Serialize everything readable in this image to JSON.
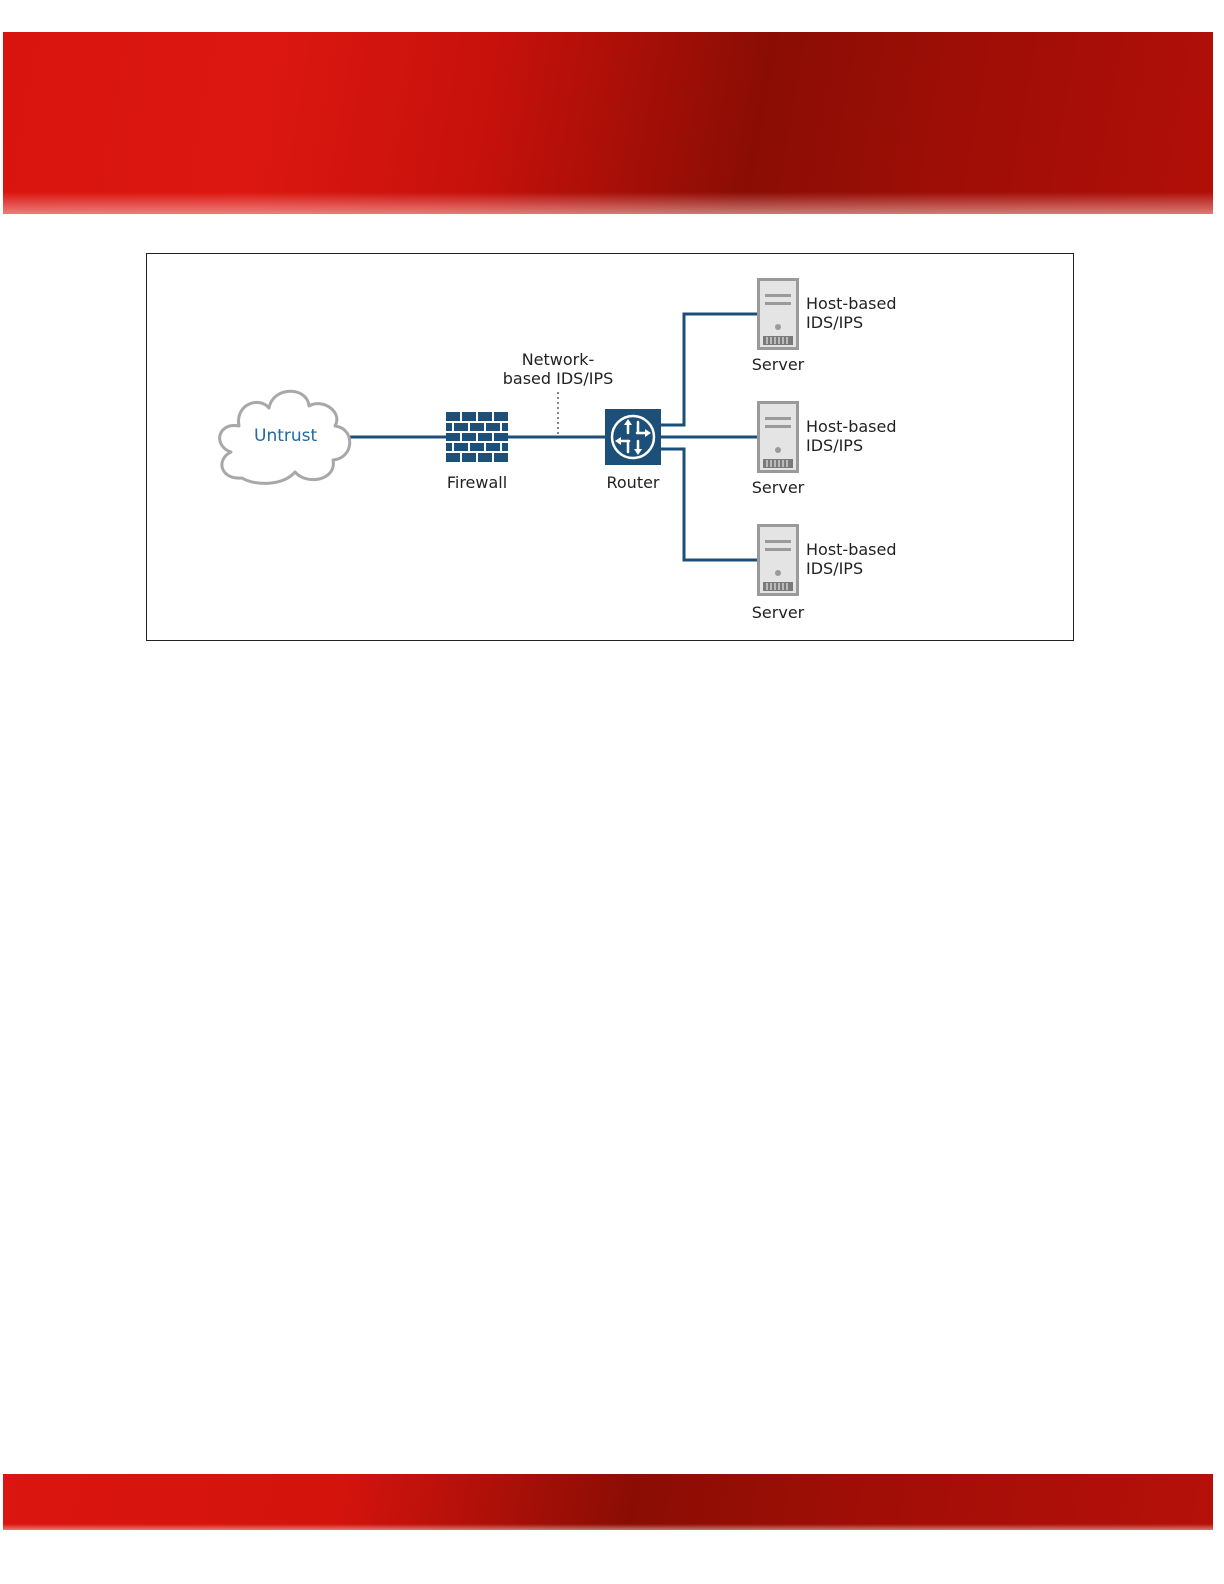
{
  "header_band": {
    "color": "#c7110b"
  },
  "footer_band": {
    "color": "#b6100a"
  },
  "diagram": {
    "colors": {
      "link": "#1b4f7a",
      "device": "#1c5078",
      "cloud_stroke": "#a8a8a8",
      "server_body": "#9a9a9a"
    },
    "cloud": {
      "label": "Untrust"
    },
    "firewall": {
      "label": "Firewall"
    },
    "router": {
      "label": "Router"
    },
    "network_ids": {
      "line1": "Network-",
      "line2": "based IDS/IPS"
    },
    "servers": [
      {
        "label": "Server",
        "ids_line1": "Host-based",
        "ids_line2": "IDS/IPS"
      },
      {
        "label": "Server",
        "ids_line1": "Host-based",
        "ids_line2": "IDS/IPS"
      },
      {
        "label": "Server",
        "ids_line1": "Host-based",
        "ids_line2": "IDS/IPS"
      }
    ]
  }
}
